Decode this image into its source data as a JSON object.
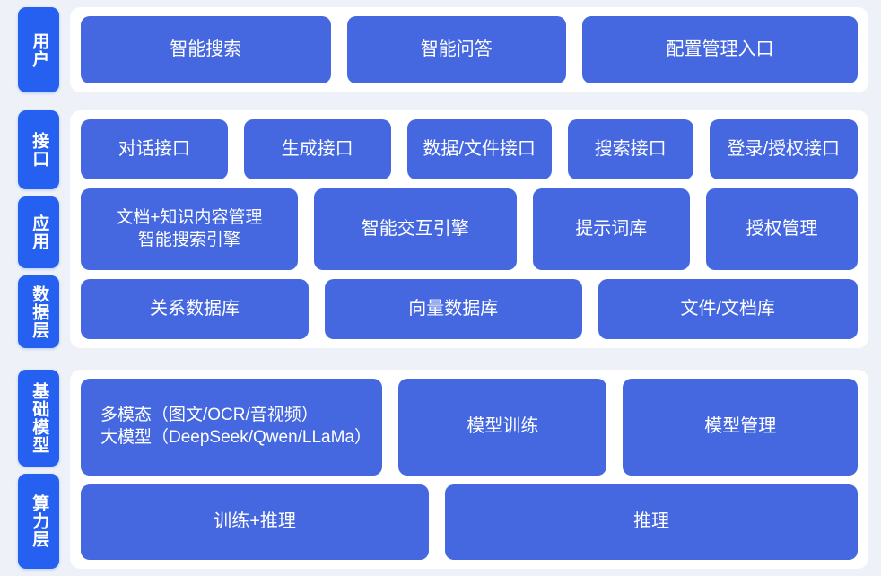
{
  "theme": {
    "page_background": "#eef2f8",
    "card_background": "#ffffff",
    "rail_label_color": "#2560f0",
    "chip_color": "#4568e0",
    "chip_text_color": "#ffffff"
  },
  "bands": [
    {
      "id": "users",
      "rail": [
        {
          "label": "用户",
          "name": "rail-tab-user"
        }
      ],
      "rows": [
        {
          "name": "user-entry-row",
          "chips": [
            {
              "label": "智能搜索",
              "name": "chip-smart-search",
              "flex": 282
            },
            {
              "label": "智能问答",
              "name": "chip-smart-qa",
              "flex": 245
            },
            {
              "label": "配置管理入口",
              "name": "chip-config-management-entry",
              "flex": 313
            }
          ]
        }
      ]
    },
    {
      "id": "middle",
      "rail": [
        {
          "label": "接口",
          "name": "rail-tab-interface"
        },
        {
          "label": "应用",
          "name": "rail-tab-application"
        },
        {
          "label": "数据层",
          "name": "rail-tab-data-layer"
        }
      ],
      "rows": [
        {
          "name": "interface-row",
          "chips": [
            {
              "label": "对话接口",
              "name": "chip-dialog-api",
              "flex": 168
            },
            {
              "label": "生成接口",
              "name": "chip-generation-api",
              "flex": 168
            },
            {
              "label": "数据/文件接口",
              "name": "chip-data-file-api",
              "flex": 165
            },
            {
              "label": "搜索接口",
              "name": "chip-search-api",
              "flex": 140
            },
            {
              "label": "登录/授权接口",
              "name": "chip-login-auth-api",
              "flex": 170
            }
          ]
        },
        {
          "name": "application-row",
          "chips": [
            {
              "label": "文档+知识内容管理\n智能搜索引擎",
              "name": "chip-doc-knowledge-management-search-engine",
              "flex": 250,
              "two_line": true
            },
            {
              "label": "智能交互引擎",
              "name": "chip-smart-interaction-engine",
              "flex": 232
            },
            {
              "label": "提示词库",
              "name": "chip-prompt-library",
              "flex": 175
            },
            {
              "label": "授权管理",
              "name": "chip-authorization-management",
              "flex": 168
            }
          ]
        },
        {
          "name": "data-layer-row",
          "chips": [
            {
              "label": "关系数据库",
              "name": "chip-relational-database",
              "flex": 250
            },
            {
              "label": "向量数据库",
              "name": "chip-vector-database",
              "flex": 285
            },
            {
              "label": "文件/文档库",
              "name": "chip-file-document-store",
              "flex": 288
            }
          ]
        }
      ]
    },
    {
      "id": "base",
      "rail": [
        {
          "label": "基础模型",
          "name": "rail-tab-foundation-model"
        },
        {
          "label": "算力层",
          "name": "rail-tab-compute-layer"
        }
      ],
      "rows": [
        {
          "name": "foundation-model-row",
          "chips": [
            {
              "label": "多模态（图文/OCR/音视频）\n大模型（DeepSeek/Qwen/LLaMa）",
              "name": "chip-multimodal-foundation-model",
              "flex": 330,
              "two_line": true,
              "left": true
            },
            {
              "label": "模型训练",
              "name": "chip-model-training",
              "flex": 230
            },
            {
              "label": "模型管理",
              "name": "chip-model-management",
              "flex": 262
            }
          ]
        },
        {
          "name": "compute-layer-row",
          "chips": [
            {
              "label": "训练+推理",
              "name": "chip-training-inference",
              "flex": 390
            },
            {
              "label": "推理",
              "name": "chip-inference",
              "flex": 466
            }
          ]
        }
      ]
    }
  ]
}
